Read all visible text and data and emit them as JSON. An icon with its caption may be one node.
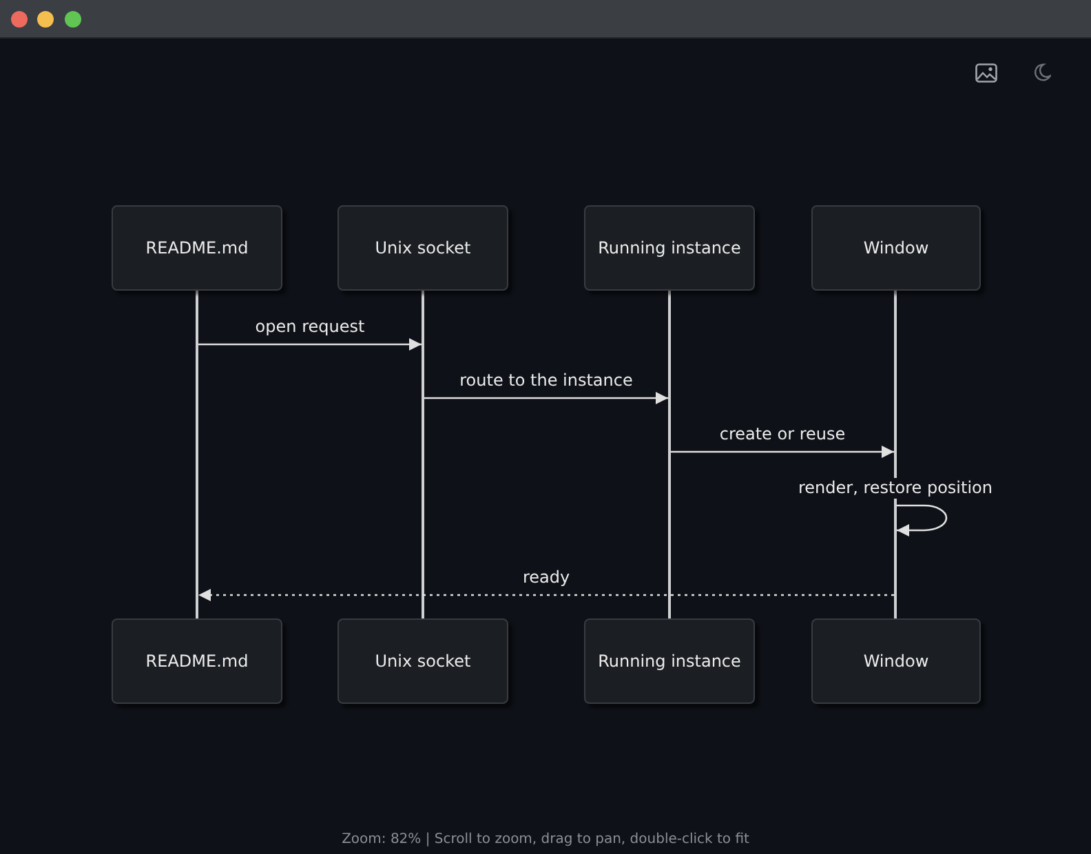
{
  "diagram": {
    "nodes": [
      {
        "text": [
          "README.md"
        ]
      },
      {
        "text": [
          "Unix socket"
        ]
      },
      {
        "text": [
          "Running instance"
        ]
      },
      {
        "text": [
          "Window"
        ]
      },
      {
        "text": [],
        "shape": "line"
      },
      {
        "text": [],
        "shape": "line"
      },
      {
        "text": [],
        "shape": "line"
      },
      {
        "text": [],
        "shape": "line"
      },
      {
        "text": [
          "README.md"
        ]
      },
      {
        "text": [
          "Unix socket"
        ]
      },
      {
        "text": [
          "Running instance"
        ]
      },
      {
        "text": [
          "Window"
        ]
      }
    ],
    "edges": [
      {
        "from": 4,
        "to": 5,
        "arrow": "to",
        "label": "open request"
      },
      {
        "from": 5,
        "to": 6,
        "arrow": "to",
        "label": "route to the instance"
      },
      {
        "from": 6,
        "to": 7,
        "arrow": "to",
        "label": "create or reuse"
      },
      {
        "from": 7,
        "to": 7,
        "arrow": "to",
        "label": "render, restore position"
      },
      {
        "from": 7,
        "to": 4,
        "arrow": "to",
        "label": "ready",
        "style": "dashed"
      }
    ],
    "labels": [
      "Zoom: 82% | Scroll to zoom, drag to pan, double-click to fit"
    ]
  }
}
